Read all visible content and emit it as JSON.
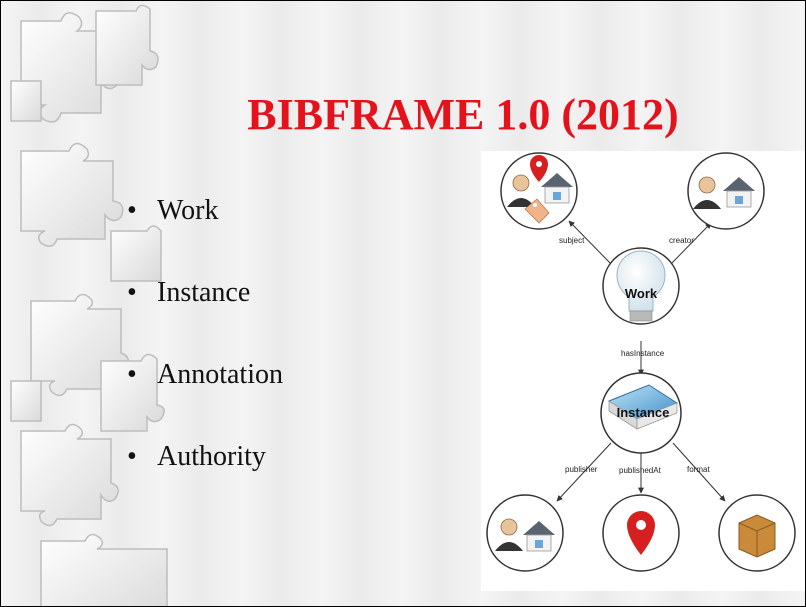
{
  "slide": {
    "title": "BIBFRAME 1.0 (2012)",
    "bullets": [
      "Work",
      "Instance",
      "Annotation",
      "Authority"
    ]
  },
  "diagram": {
    "nodes": {
      "work": "Work",
      "instance": "Instance"
    },
    "edges": {
      "subject": "subject",
      "creator": "creator",
      "has_instance": "hasInstance",
      "publisher": "publisher",
      "published_at": "publishedAt",
      "format": "format"
    }
  },
  "colors": {
    "title": "#e3121b",
    "pin": "#d62020",
    "house_roof": "#5a6470",
    "box": "#c98a3a"
  }
}
